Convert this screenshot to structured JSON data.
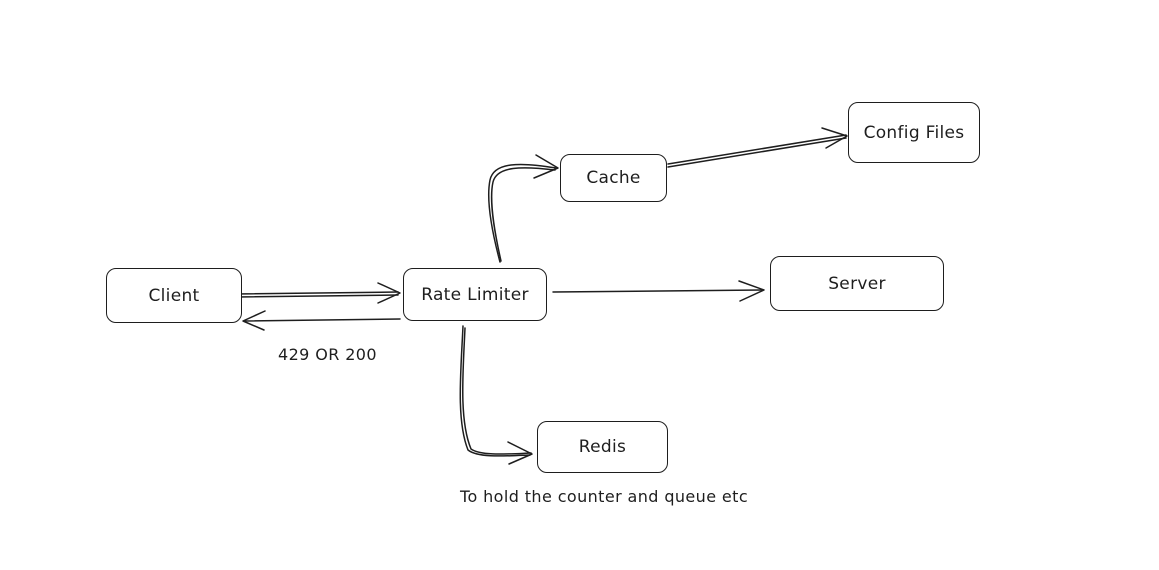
{
  "nodes": {
    "client": "Client",
    "rate_limiter": "Rate Limiter",
    "cache": "Cache",
    "config_files": "Config Files",
    "server": "Server",
    "redis": "Redis"
  },
  "notes": {
    "response_codes": "429 OR 200",
    "redis_purpose": "To hold the counter and queue etc"
  },
  "colors": {
    "stroke": "#1e1e1e",
    "background": "#ffffff"
  }
}
